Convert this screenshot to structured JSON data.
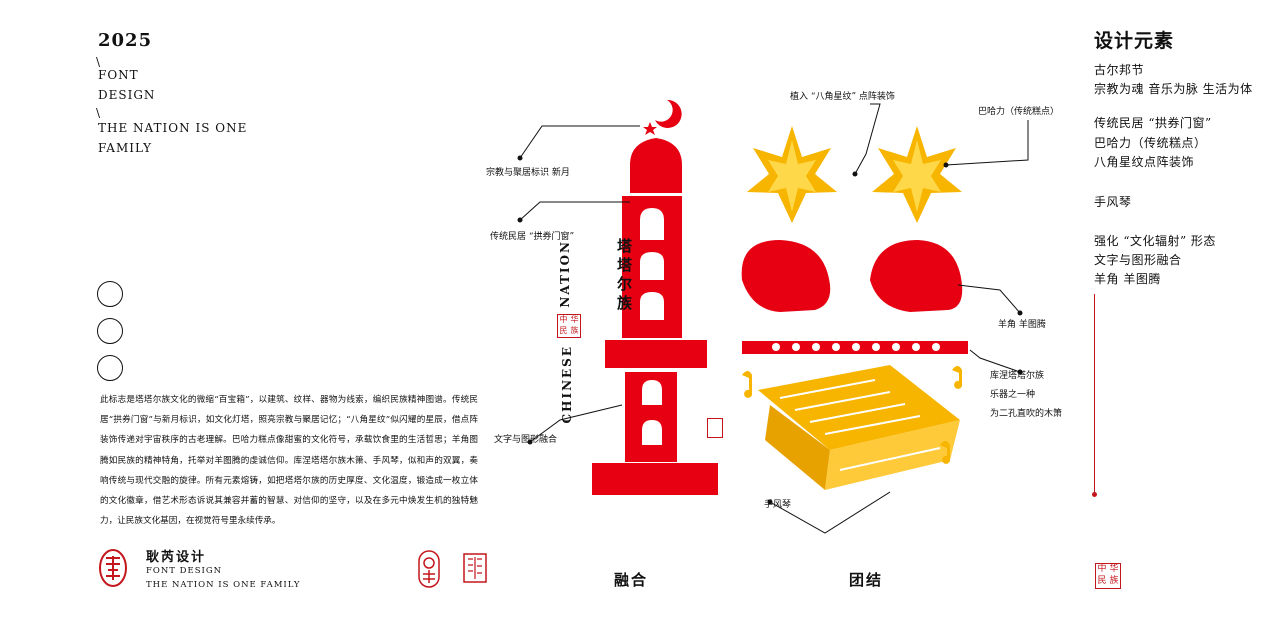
{
  "header": {
    "year": "2025",
    "line1": "FONT",
    "line2": "DESIGN",
    "line3": "THE NATION IS ONE",
    "line4": "FAMILY"
  },
  "description": "此标志是塔塔尔族文化的微缩“百宝箱”，以建筑、纹样、器物为线索，编织民族精神图谱。传统民居“拱券门窗”与新月标识，如文化灯塔，照亮宗教与聚居记忆；“八角星纹”似闪耀的星辰，借点阵装饰传递对宇宙秩序的古老理解。巴哈力糕点像甜蜜的文化符号，承载饮食里的生活哲思；羊角图腾如民族的精神特角，托举对羊图腾的虔诚信仰。库涅塔塔尔族木箫、手风琴，似和声的双翼，奏响传统与现代交融的旋律。所有元素熔铸，如把塔塔尔族的历史厚度、文化温度，锻造成一枚立体的文化徽章，借艺术形态诉说其兼容并蓄的智慧、对信仰的坚守，以及在多元中焕发生机的独特魅力，让民族文化基因，在视觉符号里永续传承。",
  "brand": {
    "name": "耿芮设计",
    "sub1": "FONT DESIGN",
    "sub2": "THE NATION IS ONE FAMILY"
  },
  "bottom": {
    "left_word": "融合",
    "right_word": "团结"
  },
  "stamps": {
    "zhonghua": [
      "中",
      "华",
      "民",
      "族"
    ]
  },
  "graphic": {
    "tower_text": "塔塔尔族",
    "nation": "NATION",
    "chinese": "CHINESE"
  },
  "annotations": {
    "crescent": "宗教与聚居标识 新月",
    "arch": "传统民居 “拱券门窗”",
    "text_graphic": "文字与图形融合",
    "star": "植入 “八角星纹” 点阵装饰",
    "bahali": "巴哈力（传统糕点）",
    "ram": "羊角 羊图腾",
    "flute1": "库涅塔塔尔族",
    "flute2": "乐器之一种",
    "flute3": "为二孔直吹的木箫",
    "accordion": "手风琴"
  },
  "right": {
    "title": "设计元素",
    "lines": [
      "古尔邦节",
      "宗教为魂 音乐为脉 生活为体",
      "",
      "传统民居 “拱券门窗”",
      "巴哈力（传统糕点）",
      "八角星纹点阵装饰",
      "",
      "手风琴",
      "",
      "强化 “文化辐射” 形态",
      "文字与图形融合",
      "羊角 羊图腾"
    ]
  },
  "colors": {
    "red": "#e60012",
    "yellow": "#f7b500",
    "stamp": "#c4161c"
  }
}
